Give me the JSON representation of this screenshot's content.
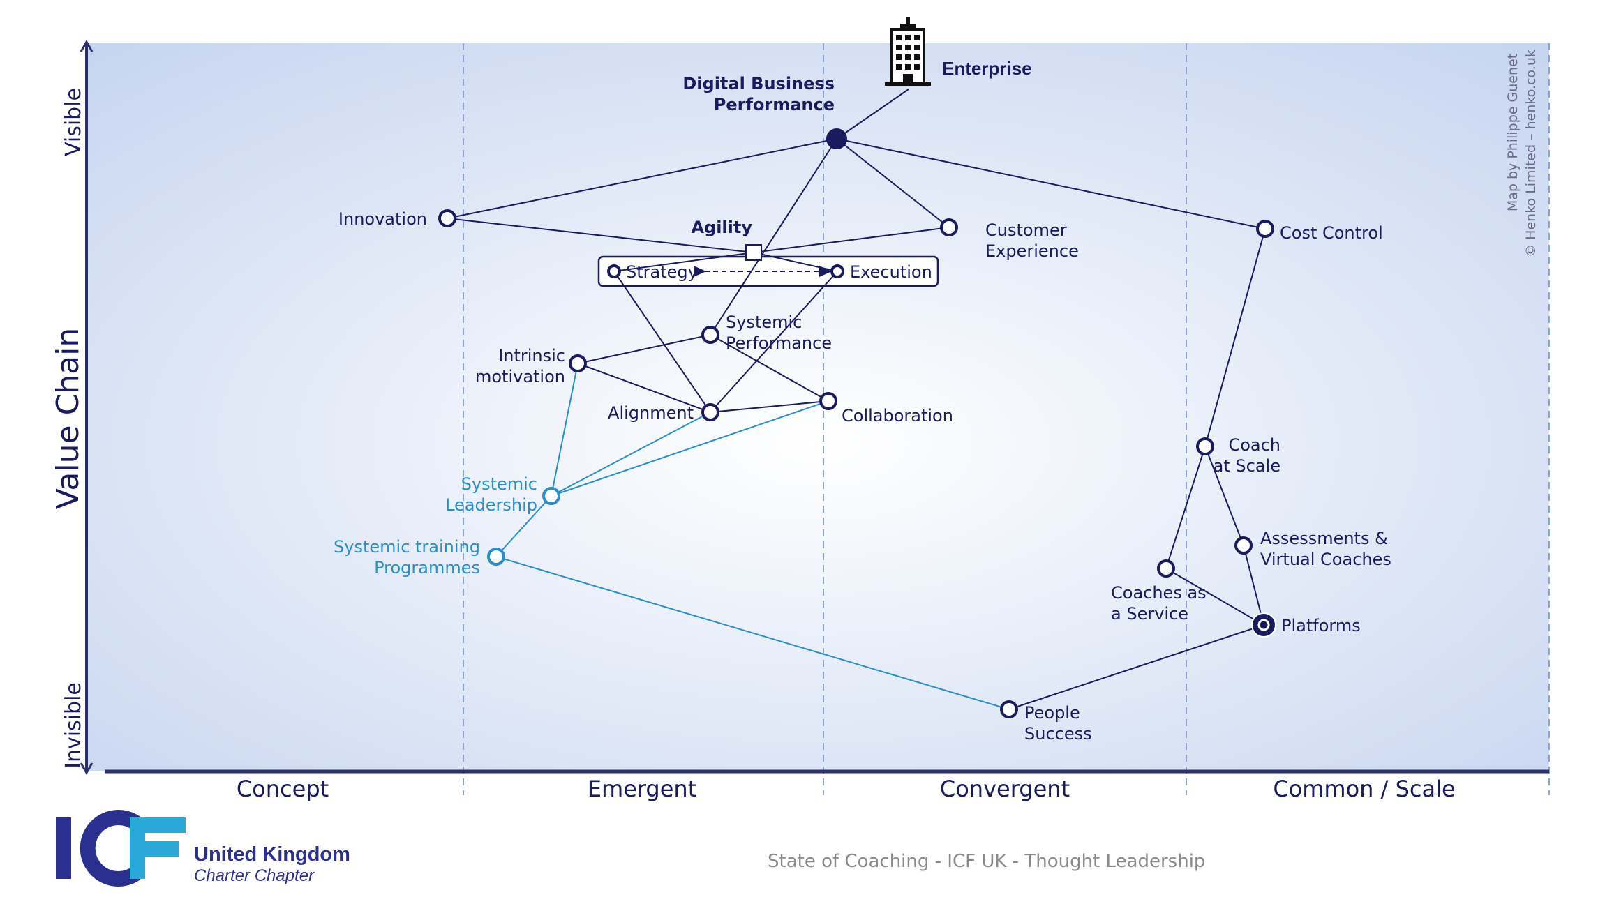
{
  "diagram": {
    "axes": {
      "y_label": "Value Chain",
      "y_top": "Visible",
      "y_bottom": "Invisible",
      "stages": [
        "Concept",
        "Emergent",
        "Convergent",
        "Common / Scale"
      ]
    },
    "anchor": {
      "label": "Enterprise",
      "icon": "building-icon"
    },
    "nodes": [
      {
        "id": "digital",
        "label": "Digital Business Performance",
        "style": "filled"
      },
      {
        "id": "innovation",
        "label": "Innovation",
        "style": "open"
      },
      {
        "id": "customer",
        "label": "Customer Experience",
        "style": "open"
      },
      {
        "id": "cost",
        "label": "Cost Control",
        "style": "open"
      },
      {
        "id": "agility",
        "label": "Agility",
        "style": "square"
      },
      {
        "id": "strategy",
        "label": "Strategy",
        "style": "small"
      },
      {
        "id": "execution",
        "label": "Execution",
        "style": "small"
      },
      {
        "id": "sysperf",
        "label": "Systemic Performance",
        "style": "open"
      },
      {
        "id": "intrinsic",
        "label": "Intrinsic motivation",
        "style": "open"
      },
      {
        "id": "alignment",
        "label": "Alignment",
        "style": "open"
      },
      {
        "id": "collab",
        "label": "Collaboration",
        "style": "open"
      },
      {
        "id": "sysleader",
        "label": "Systemic Leadership",
        "style": "light"
      },
      {
        "id": "training",
        "label": "Systemic training Programmes",
        "style": "light"
      },
      {
        "id": "coachscale",
        "label": "Coach at Scale",
        "style": "open"
      },
      {
        "id": "assess",
        "label": "Assessments & Virtual Coaches",
        "style": "open"
      },
      {
        "id": "caas",
        "label": "Coaches as a Service",
        "style": "open"
      },
      {
        "id": "platforms",
        "label": "Platforms",
        "style": "target"
      },
      {
        "id": "people",
        "label": "People Success",
        "style": "open"
      }
    ],
    "links": [
      [
        "enterprise",
        "digital",
        "dark"
      ],
      [
        "digital",
        "innovation",
        "dark"
      ],
      [
        "digital",
        "customer",
        "dark"
      ],
      [
        "digital",
        "cost",
        "dark"
      ],
      [
        "digital",
        "sysperf",
        "dark"
      ],
      [
        "innovation",
        "agility",
        "dark"
      ],
      [
        "customer",
        "agility",
        "dark"
      ],
      [
        "agility",
        "strategy",
        "dark"
      ],
      [
        "agility",
        "execution",
        "dark"
      ],
      [
        "strategy",
        "alignment",
        "dark"
      ],
      [
        "execution",
        "alignment",
        "dark"
      ],
      [
        "sysperf",
        "intrinsic",
        "dark"
      ],
      [
        "sysperf",
        "collab",
        "dark"
      ],
      [
        "intrinsic",
        "alignment",
        "dark"
      ],
      [
        "alignment",
        "collab",
        "dark"
      ],
      [
        "intrinsic",
        "sysleader",
        "light"
      ],
      [
        "alignment",
        "sysleader",
        "light"
      ],
      [
        "collab",
        "sysleader",
        "light"
      ],
      [
        "sysleader",
        "training",
        "light"
      ],
      [
        "training",
        "people",
        "light"
      ],
      [
        "people",
        "platforms",
        "dark"
      ],
      [
        "cost",
        "coachscale",
        "dark"
      ],
      [
        "coachscale",
        "caas",
        "dark"
      ],
      [
        "coachscale",
        "assess",
        "dark"
      ],
      [
        "assess",
        "platforms",
        "dark"
      ],
      [
        "caas",
        "platforms",
        "dark"
      ]
    ],
    "credit": [
      "Map by Philippe Guenet",
      "© Henko Limited – henko.co.uk"
    ]
  },
  "footer": {
    "logo_text": "ICF",
    "org_name": "United Kingdom",
    "org_sub": "Charter Chapter",
    "caption": "State of Coaching - ICF UK - Thought Leadership"
  },
  "colors": {
    "dark": "#1a1a5e",
    "light": "#2a8fc9",
    "bg_edge": "#c5d4ef",
    "logo_dark": "#2b2f8f",
    "logo_light": "#2aa8d8"
  }
}
